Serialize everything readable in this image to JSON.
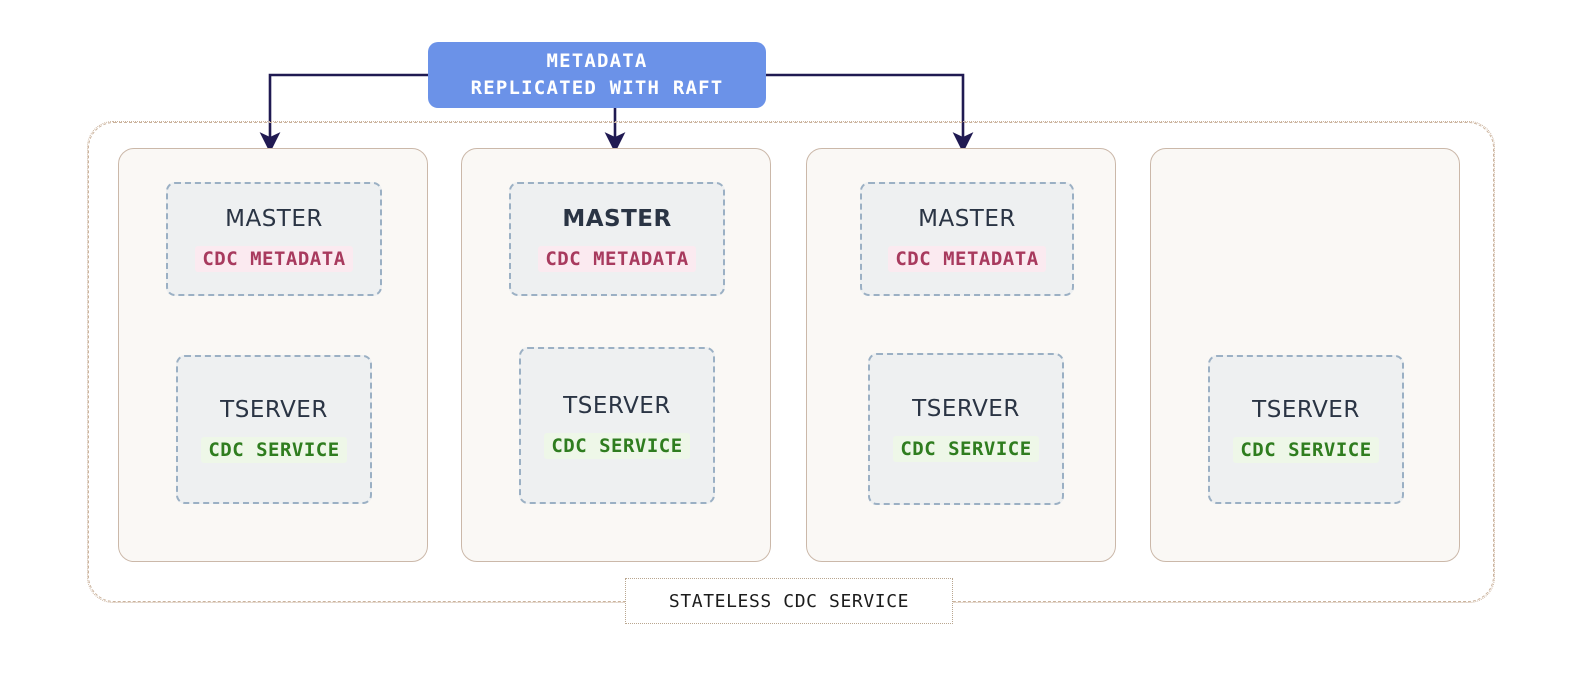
{
  "diagram": {
    "title_box": {
      "name": "metadata-replicated-with-raft",
      "line1": "METADATA",
      "line2": "REPLICATED WITH RAFT",
      "color": "#6b92e8",
      "text_color": "#ffffff"
    },
    "cluster": {
      "caption": "STATELESS CDC SERVICE",
      "border_color": "#cbb39d",
      "border_style": "dash-dot"
    },
    "connector": {
      "color": "#201a52",
      "style": "orthogonal-elbow-with-arrowhead",
      "count": 3,
      "targets": [
        "node-1",
        "node-2",
        "node-3"
      ]
    },
    "labels": {
      "master": "MASTER",
      "tserver": "TSERVER",
      "cdc_metadata": "CDC METADATA",
      "cdc_service": "CDC SERVICE"
    },
    "colors": {
      "card_fill": "#faf8f5",
      "card_border": "#cbb8a9",
      "service_fill": "#eef0f1",
      "service_border": "#9bb0c4",
      "metadata_tag_text": "#a83a5e",
      "metadata_tag_bg": "#fbeaf0",
      "service_tag_text": "#2f7d1f",
      "service_tag_bg": "#eef7e8",
      "title_text": "#2a3444"
    },
    "nodes": [
      {
        "id": "node-1",
        "has_master": true,
        "master_leader": false,
        "master_label": "MASTER",
        "master_tag": "CDC METADATA",
        "has_tserver": true,
        "tserver_label": "TSERVER",
        "tserver_tag": "CDC SERVICE",
        "has_arrow": true
      },
      {
        "id": "node-2",
        "has_master": true,
        "master_leader": true,
        "master_label": "MASTER",
        "master_tag": "CDC METADATA",
        "has_tserver": true,
        "tserver_label": "TSERVER",
        "tserver_tag": "CDC SERVICE",
        "has_arrow": true
      },
      {
        "id": "node-3",
        "has_master": true,
        "master_leader": false,
        "master_label": "MASTER",
        "master_tag": "CDC METADATA",
        "has_tserver": true,
        "tserver_label": "TSERVER",
        "tserver_tag": "CDC SERVICE",
        "has_arrow": true
      },
      {
        "id": "node-4",
        "has_master": false,
        "master_leader": false,
        "master_label": "",
        "master_tag": "",
        "has_tserver": true,
        "tserver_label": "TSERVER",
        "tserver_tag": "CDC SERVICE",
        "has_arrow": false
      }
    ]
  }
}
